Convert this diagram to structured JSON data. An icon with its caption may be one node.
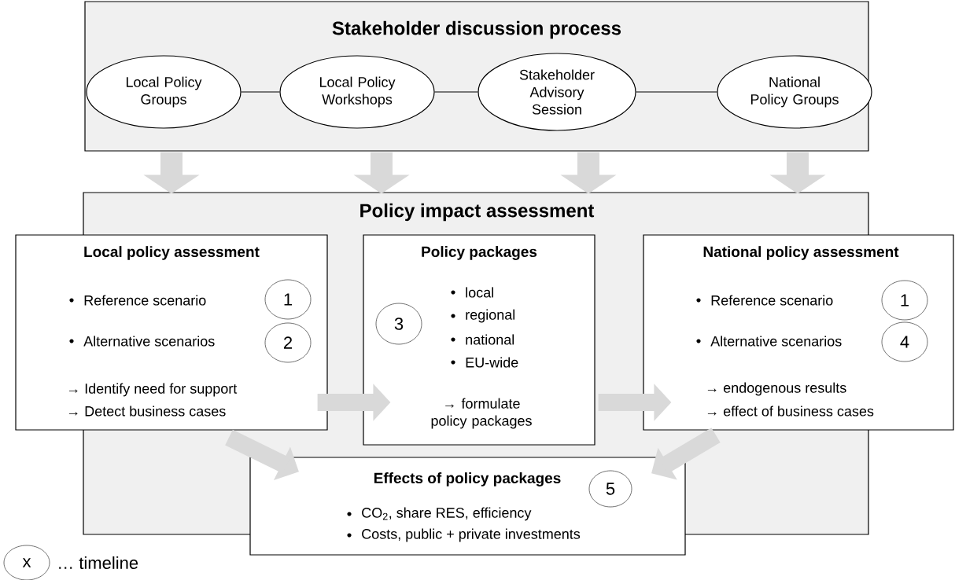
{
  "diagram": {
    "nodes": [
      {
        "text": [
          "Stakeholder discussion process"
        ]
      },
      {
        "text": [
          "Local Policy Groups"
        ],
        "in": 0
      },
      {
        "text": [
          "Local Policy Workshops"
        ],
        "in": 0
      },
      {
        "text": [
          "Stakeholder Advisory Session"
        ],
        "in": 0
      },
      {
        "text": [
          "National Policy Groups"
        ],
        "in": 0
      },
      {
        "text": [
          "Policy impact assessment"
        ]
      },
      {
        "text": [
          "Local policy assessment",
          "Reference scenario",
          "Alternative scenarios",
          "→ Identify need for support",
          "→ Detect business cases"
        ]
      },
      {
        "text": [
          "1"
        ]
      },
      {
        "text": [
          "2"
        ]
      },
      {
        "text": [
          "Policy packages",
          "local",
          "regional",
          "national",
          "EU-wide",
          "→ formulate policy packages"
        ],
        "in": 5
      },
      {
        "text": [
          "3"
        ],
        "in": 9
      },
      {
        "text": [
          "National policy assessment",
          "Reference scenario",
          "Alternative scenarios",
          "→ endogenous results",
          "→ effect of business cases"
        ]
      },
      {
        "text": [
          "1"
        ],
        "in": 11
      },
      {
        "text": [
          "4"
        ],
        "in": 11
      },
      {
        "text": [
          "Effects of policy packages",
          "CO$_{2}$, share RES, efficiency",
          "Costs, public + private investments"
        ]
      },
      {
        "text": [
          "5"
        ]
      },
      {
        "text": [
          "x"
        ],
        "beside": [
          "… timeline"
        ]
      }
    ],
    "edges": [
      {
        "from": 1,
        "to": 2,
        "arrow": "none",
        "color": "#000000"
      },
      {
        "from": 2,
        "to": 3,
        "arrow": "none",
        "color": "#000000"
      },
      {
        "from": 3,
        "to": 4,
        "arrow": "none",
        "color": "#000000"
      },
      {
        "from": 0,
        "to": 5,
        "arrow": "to"
      },
      {
        "from": 0,
        "to": 5,
        "arrow": "to"
      },
      {
        "from": 0,
        "to": 5,
        "arrow": "to"
      },
      {
        "from": 0,
        "to": 5,
        "arrow": "to"
      },
      {
        "from": 6,
        "to": 9,
        "arrow": "to"
      },
      {
        "from": 9,
        "to": 11,
        "arrow": "to"
      },
      {
        "from": 6,
        "to": 14,
        "arrow": "to"
      },
      {
        "from": 11,
        "to": 14,
        "arrow": "to"
      }
    ]
  }
}
